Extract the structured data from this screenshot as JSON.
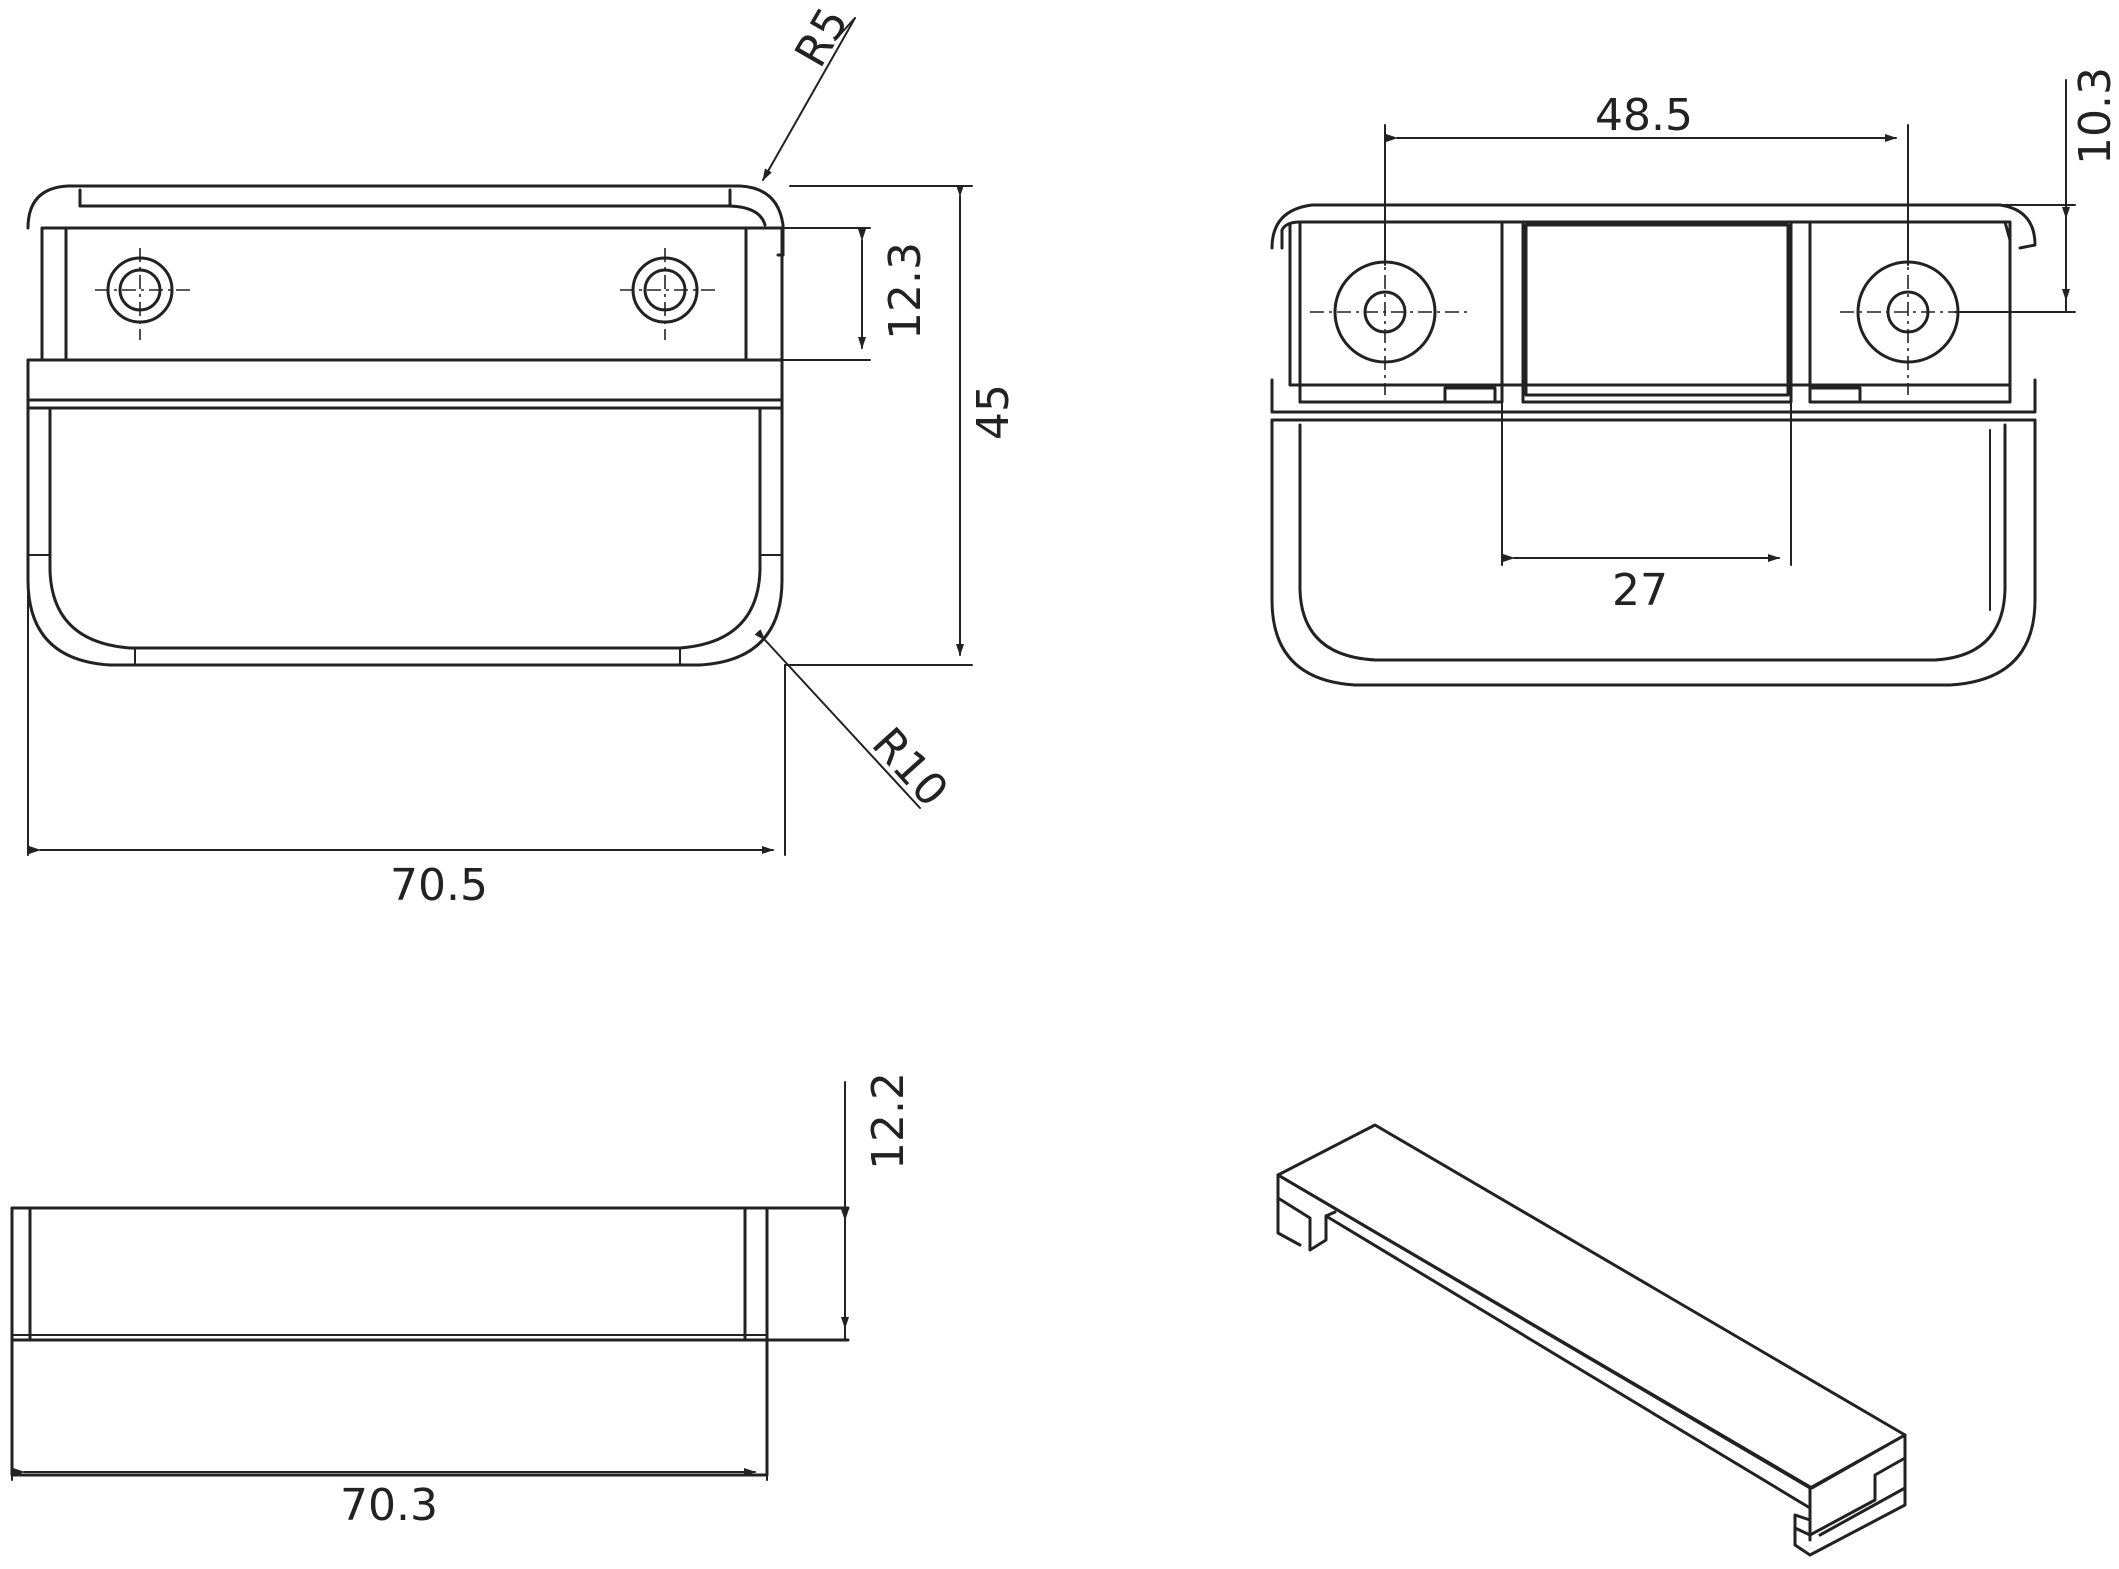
{
  "dimensions": {
    "front_radius_top": "R5",
    "front_radius_bottom": "R10",
    "front_width": "70.5",
    "front_height": "45",
    "front_hole_offset": "12.3",
    "rear_hole_spacing": "48.5",
    "rear_top_offset": "10.3",
    "rear_slot_width": "27",
    "side_width": "70.3",
    "side_depth": "12.2"
  },
  "colors": {
    "line": "#222222",
    "background": "#ffffff"
  }
}
